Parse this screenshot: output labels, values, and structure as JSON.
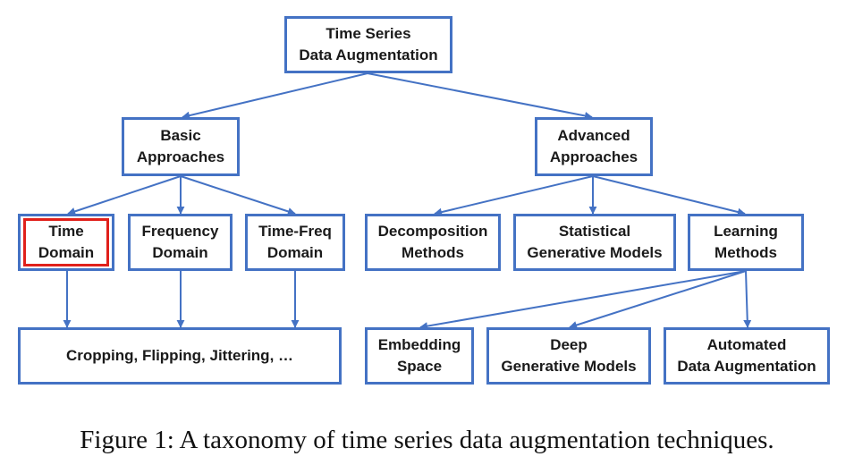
{
  "diagram": {
    "root": {
      "label": "Time Series\nData Augmentation"
    },
    "basic": {
      "label": "Basic\nApproaches"
    },
    "advanced": {
      "label": "Advanced\nApproaches"
    },
    "time_domain": {
      "label": "Time\nDomain"
    },
    "frequency_domain": {
      "label": "Frequency\nDomain"
    },
    "time_freq_domain": {
      "label": "Time-Freq\nDomain"
    },
    "decomposition": {
      "label": "Decomposition\nMethods"
    },
    "statistical": {
      "label": "Statistical\nGenerative Models"
    },
    "learning": {
      "label": "Learning\nMethods"
    },
    "basic_techniques": {
      "label": "Cropping, Flipping, Jittering, …"
    },
    "embedding": {
      "label": "Embedding\nSpace"
    },
    "deep_generative": {
      "label": "Deep\nGenerative Models"
    },
    "automated": {
      "label": "Automated\nData Augmentation"
    },
    "highlighted_node": "time_domain"
  },
  "colors": {
    "box_border": "#4472c4",
    "arrow": "#4472c4",
    "highlight": "#e0201b",
    "text": "#1a1a1a"
  },
  "caption": "Figure 1: A taxonomy of time series data augmentation techniques."
}
